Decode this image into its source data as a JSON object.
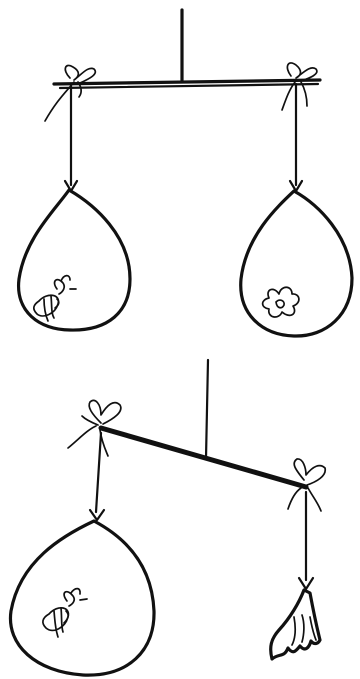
{
  "ink_color": "#111111",
  "background_color": "#ffffff",
  "panels": [
    {
      "id": "balanced",
      "beam": "level",
      "left_bag": "balloon-with-bee",
      "right_bag": "balloon-with-flower"
    },
    {
      "id": "tilted",
      "beam": "tilted-down-right",
      "left_bag": "balloon-with-bee",
      "right_bag": "popped-balloon-remnant"
    }
  ]
}
